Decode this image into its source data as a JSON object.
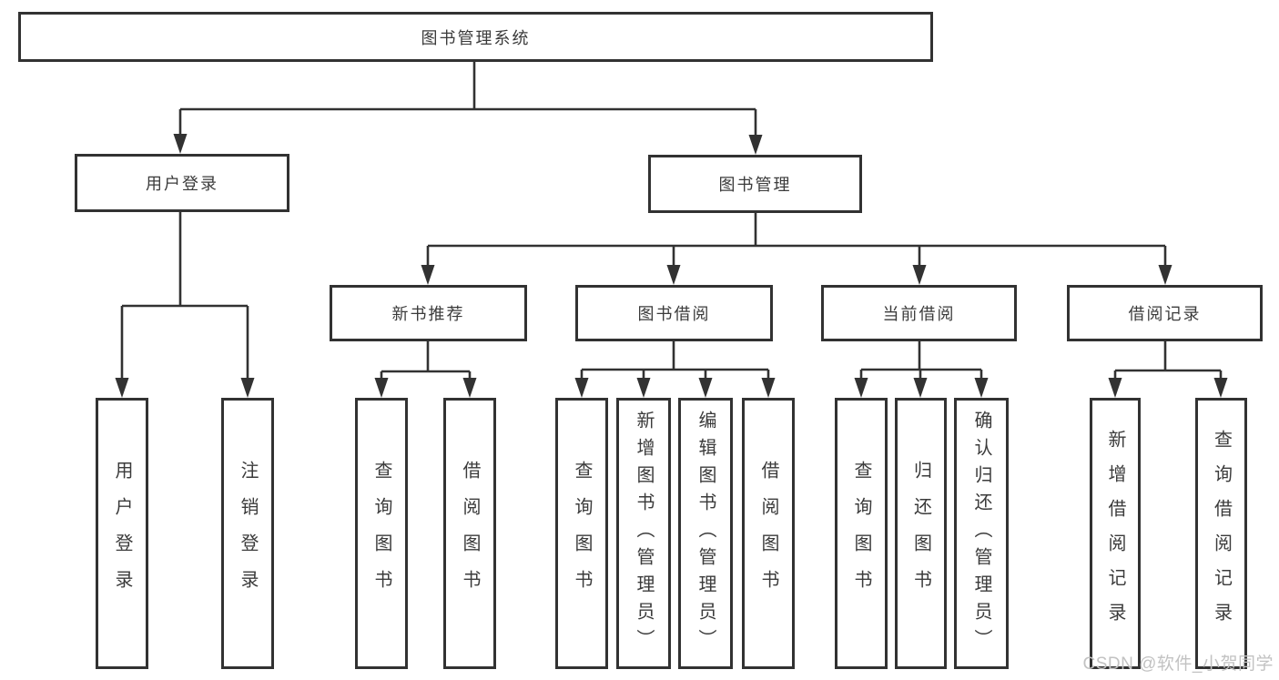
{
  "diagram_title": "图书管理系统",
  "nodes": {
    "root": {
      "label": "图书管理系统"
    },
    "user_login": {
      "label": "用户登录"
    },
    "book_management": {
      "label": "图书管理"
    },
    "new_book_rec": {
      "label": "新书推荐"
    },
    "book_borrow": {
      "label": "图书借阅"
    },
    "current_borrow": {
      "label": "当前借阅"
    },
    "borrow_records": {
      "label": "借阅记录"
    },
    "ul_login": {
      "label": "用户登录"
    },
    "ul_logout": {
      "label": "注销登录"
    },
    "nbr_query": {
      "label": "查询图书"
    },
    "nbr_borrow": {
      "label": "借阅图书"
    },
    "bb_query": {
      "label": "查询图书"
    },
    "bb_add": {
      "label": "新增图书（管理员）"
    },
    "bb_edit": {
      "label": "编辑图书（管理员）"
    },
    "bb_borrow": {
      "label": "借阅图书"
    },
    "cb_query": {
      "label": "查询图书"
    },
    "cb_return": {
      "label": "归还图书"
    },
    "cb_confirm": {
      "label": "确认归还（管理员）"
    },
    "br_add": {
      "label": "新增借阅记录"
    },
    "br_query": {
      "label": "查询借阅记录"
    }
  },
  "edges": [
    [
      "图书管理系统",
      "用户登录"
    ],
    [
      "图书管理系统",
      "图书管理"
    ],
    [
      "用户登录",
      "用户登录"
    ],
    [
      "用户登录",
      "注销登录"
    ],
    [
      "图书管理",
      "新书推荐"
    ],
    [
      "图书管理",
      "图书借阅"
    ],
    [
      "图书管理",
      "当前借阅"
    ],
    [
      "图书管理",
      "借阅记录"
    ],
    [
      "新书推荐",
      "查询图书"
    ],
    [
      "新书推荐",
      "借阅图书"
    ],
    [
      "图书借阅",
      "查询图书"
    ],
    [
      "图书借阅",
      "新增图书（管理员）"
    ],
    [
      "图书借阅",
      "编辑图书（管理员）"
    ],
    [
      "图书借阅",
      "借阅图书"
    ],
    [
      "当前借阅",
      "查询图书"
    ],
    [
      "当前借阅",
      "归还图书"
    ],
    [
      "当前借阅",
      "确认归还（管理员）"
    ],
    [
      "借阅记录",
      "新增借阅记录"
    ],
    [
      "借阅记录",
      "查询借阅记录"
    ]
  ],
  "watermark": {
    "text": "CSDN @软件_小贺同学"
  },
  "colors": {
    "line": "#323232",
    "border": "#323232",
    "text": "#3b3b3b",
    "watermark": "#c2c2c2",
    "background": "#ffffff"
  }
}
